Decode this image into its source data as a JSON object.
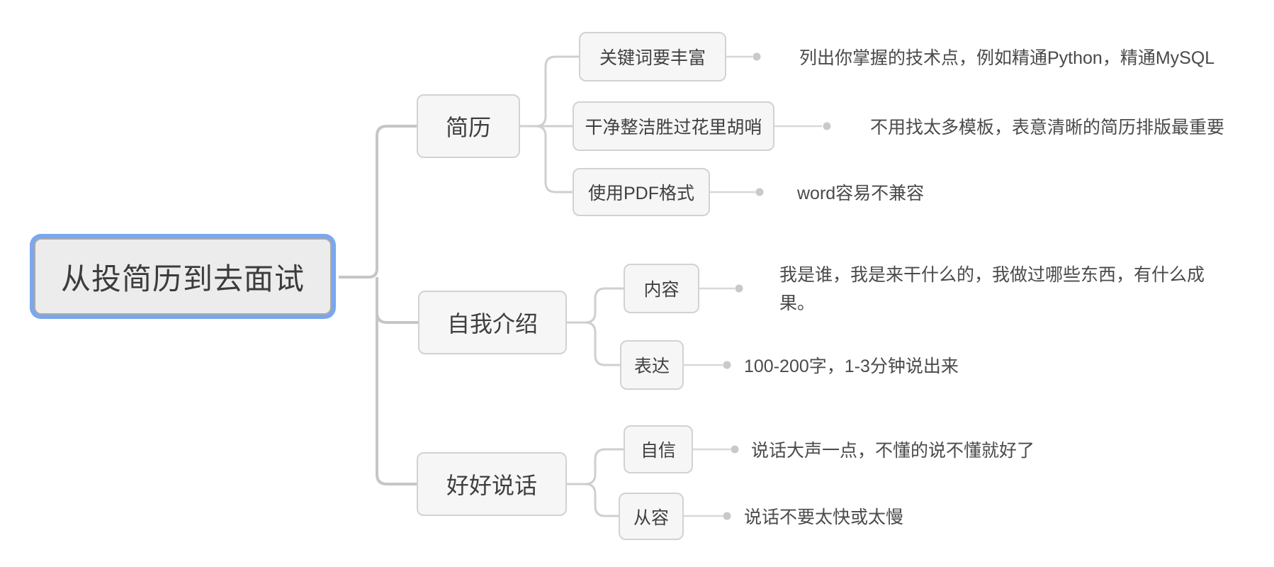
{
  "root": {
    "label": "从投简历到去面试"
  },
  "branches": [
    {
      "label": "简历",
      "children": [
        {
          "label": "关键词要丰富",
          "note": "列出你掌握的技术点，例如精通Python，精通MySQL"
        },
        {
          "label": "干净整洁胜过花里胡哨",
          "note": "不用找太多模板，表意清晰的简历排版最重要"
        },
        {
          "label": "使用PDF格式",
          "note": "word容易不兼容"
        }
      ]
    },
    {
      "label": "自我介绍",
      "children": [
        {
          "label": "内容",
          "note": "我是谁，我是来干什么的，我做过哪些东西，有什么成果。"
        },
        {
          "label": "表达",
          "note": "100-200字，1-3分钟说出来"
        }
      ]
    },
    {
      "label": "好好说话",
      "children": [
        {
          "label": "自信",
          "note": "说话大声一点，不懂的说不懂就好了"
        },
        {
          "label": "从容",
          "note": "说话不要太快或太慢"
        }
      ]
    }
  ],
  "colors": {
    "selection_ring": "#7aa7ee",
    "node_fill": "#f6f6f6",
    "node_border": "#d2d2d2",
    "wire_main": "#c6c6c6",
    "wire_sub": "#cfcfcf",
    "wire_leaf": "#d8d8d8",
    "leaf_dot": "#c9c9c9",
    "text": "#3f3f3f"
  }
}
